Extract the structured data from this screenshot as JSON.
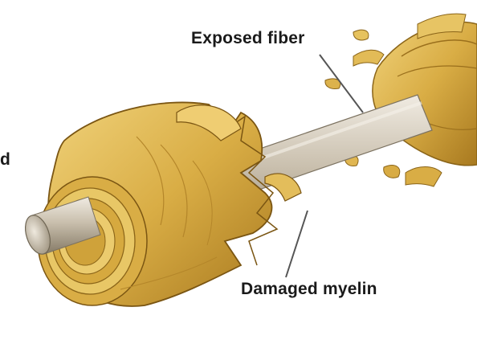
{
  "labels": {
    "exposed_fiber": "Exposed fiber",
    "damaged_myelin": "Damaged myelin",
    "partial_left": "d"
  },
  "colors": {
    "myelin_light": "#e8c766",
    "myelin_mid": "#d6a93f",
    "myelin_dark": "#a67a1f",
    "myelin_shadow": "#7a5512",
    "fiber_light": "#e4ddd0",
    "fiber_mid": "#bdb39f",
    "fiber_dark": "#8f8571",
    "pointer": "#555555"
  }
}
